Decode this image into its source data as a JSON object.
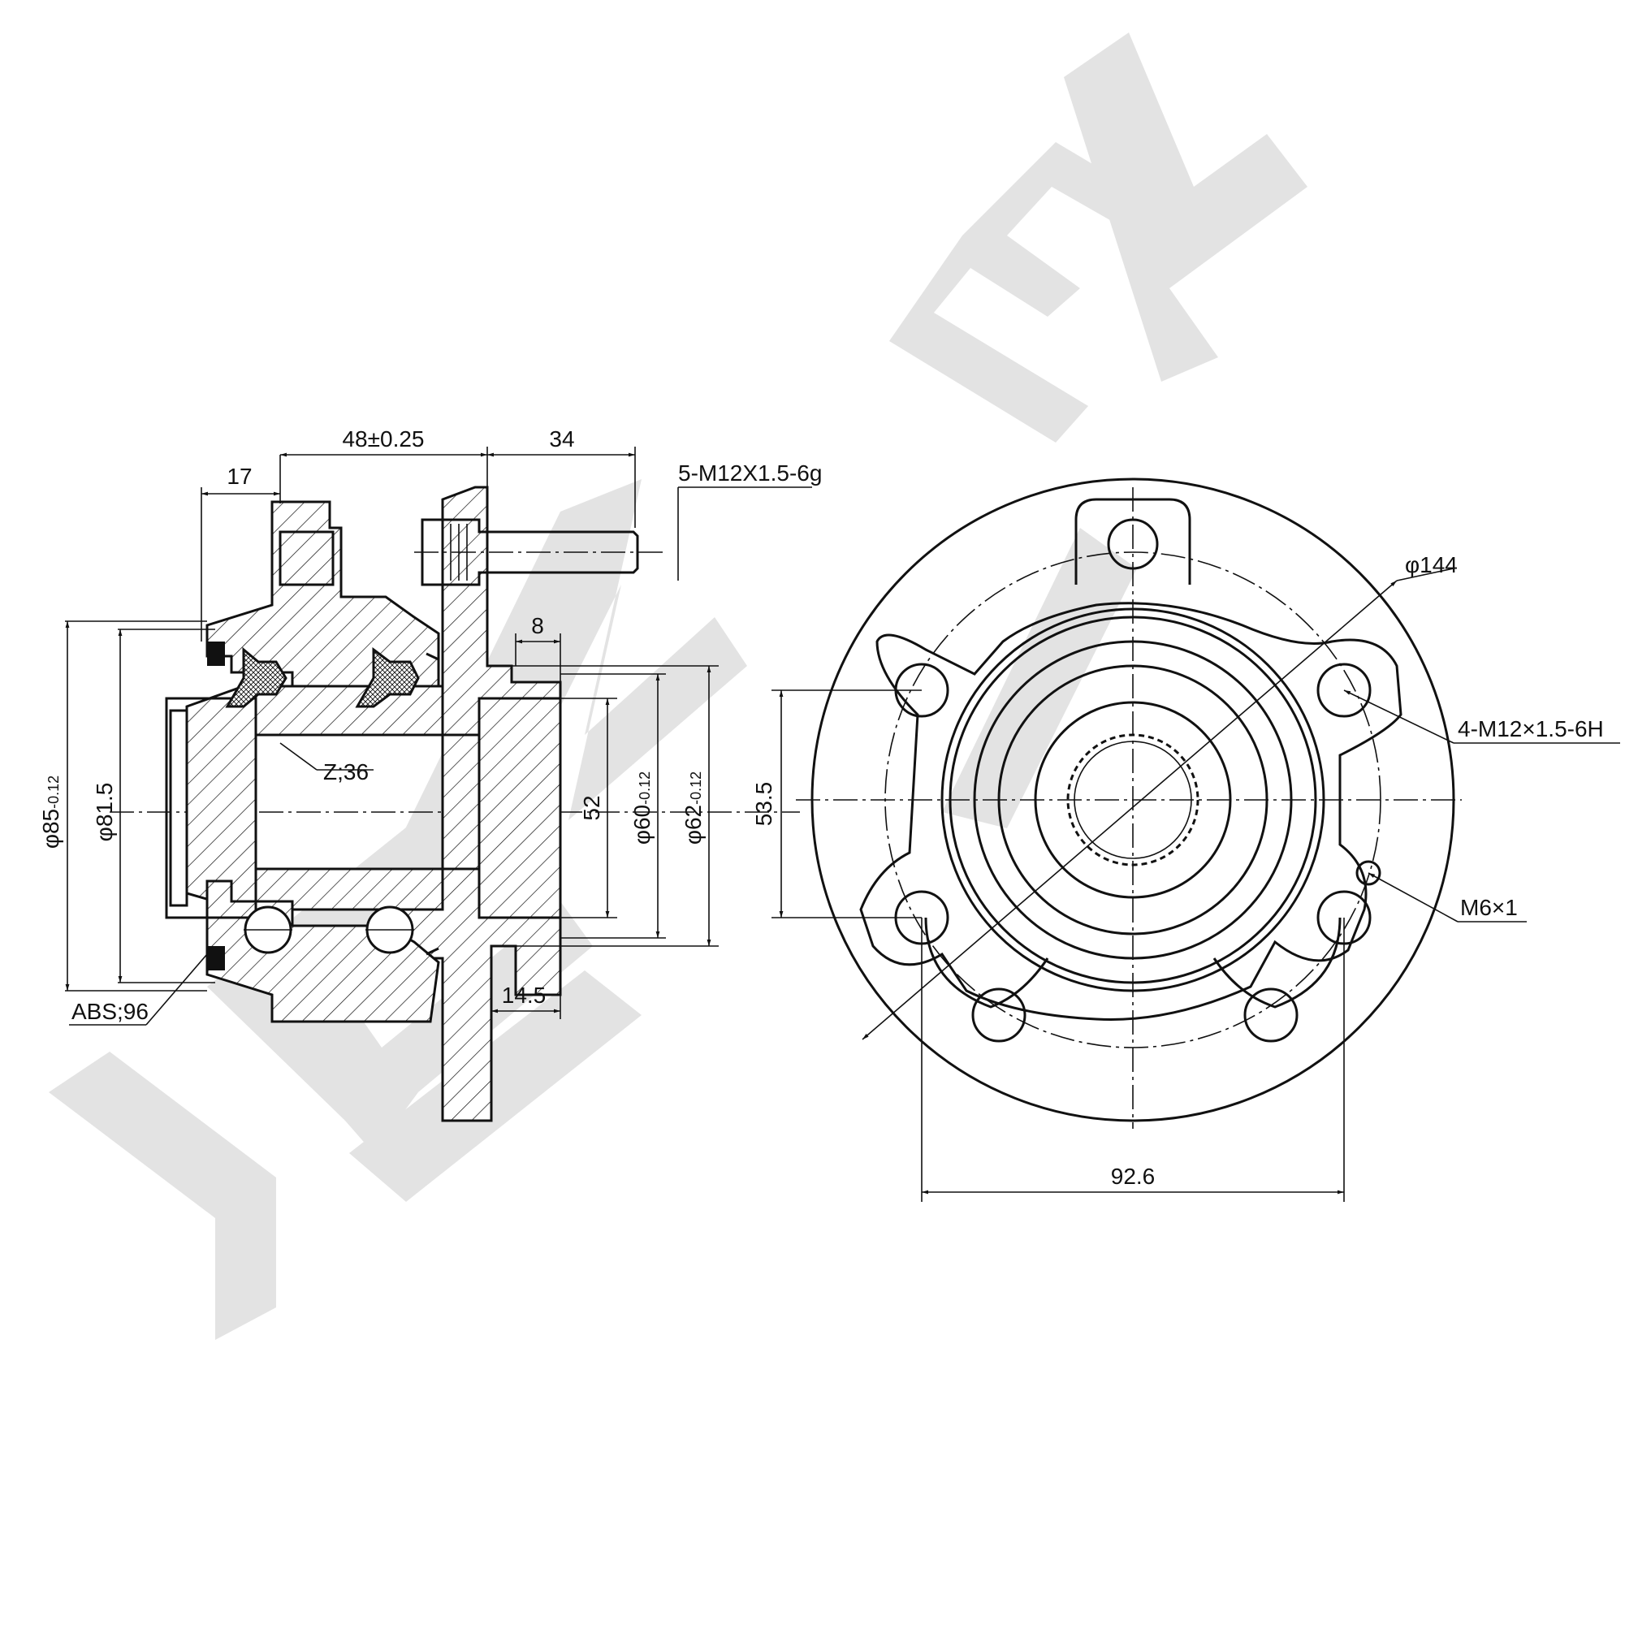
{
  "watermark": {
    "text": "ZENNEK",
    "color": "#e3e3e3"
  },
  "colors": {
    "line": "#111111",
    "background": "#ffffff"
  },
  "section_view": {
    "dim_flange_offset": "17",
    "dim_hub_width": "48±0.25",
    "dim_stud_length": "34",
    "stud_thread": "5-M12X1.5-6g",
    "dim_step": "8",
    "spline_teeth": "Z;36",
    "dim_outer_dia": {
      "prefix": "φ85",
      "tol": "-0.12"
    },
    "dim_seat_dia": "φ81.5",
    "dim_bore": "52",
    "dim_pilot_dia": {
      "prefix": "φ60",
      "tol": "-0.12"
    },
    "dim_pilot_outer_dia": {
      "prefix": "φ62",
      "tol": "-0.12"
    },
    "dim_flange_thickness": "14.5",
    "abs_ring": "ABS;96"
  },
  "front_view": {
    "dim_flange_dia": "φ144",
    "mount_thread": "4-M12×1.5-6H",
    "dim_height": "53.5",
    "screw_thread": "M6×1",
    "dim_bolt_spacing": "92.6"
  }
}
